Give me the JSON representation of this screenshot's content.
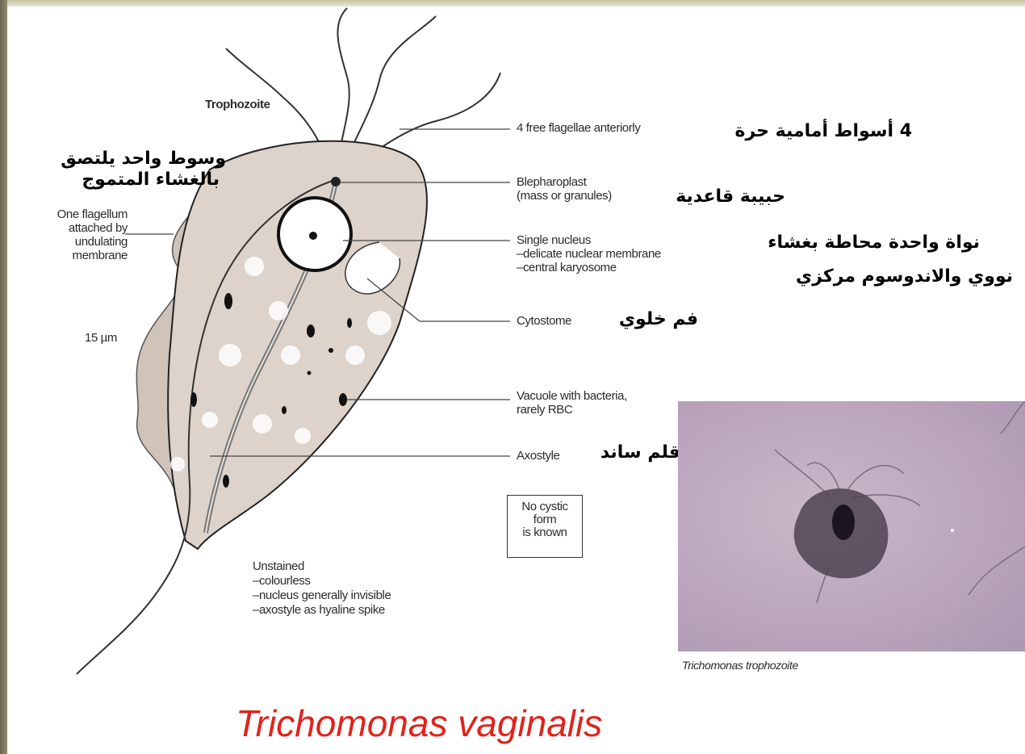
{
  "diagram": {
    "header_label": "Trophozoite",
    "left_labels": {
      "flagellum": "One flagellum\nattached by\nundulating\nmembrane",
      "scale": "15 µm"
    },
    "right_labels": {
      "flagellae": "4 free flagellae anteriorly",
      "blepharoplast": "Blepharoplast\n(mass or granules)",
      "nucleus": "Single nucleus\n–delicate nuclear membrane\n–central karyosome",
      "cytostome": "Cytostome",
      "vacuole": "Vacuole with bacteria,\nrarely RBC",
      "axostyle": "Axostyle"
    },
    "box_note": "No cystic\nform\nis known",
    "unstained_note": "Unstained\n–colourless\n–nucleus generally invisible\n–axostyle as hyaline spike",
    "photo_caption": "Trichomonas trophozoite"
  },
  "arabic_labels": {
    "flagellum_line1": "وسوط واحد يلتصق",
    "flagellum_line2": "بالغشاء المتموج",
    "flagellae": "4 أسواط أمامية حرة",
    "blepharoplast": "حبيبة قاعدية",
    "nucleus_line1": "نواة واحدة محاطة بغشاء",
    "nucleus_line2": "نووي والاندوسوم مركزي",
    "cytostome": "فم خلوي",
    "axostyle": "قلم ساند"
  },
  "title": "Trichomonas vaginalis",
  "colors": {
    "title": "#e0231b",
    "cell_fill": "#ddd3cb",
    "outline": "#222222"
  }
}
